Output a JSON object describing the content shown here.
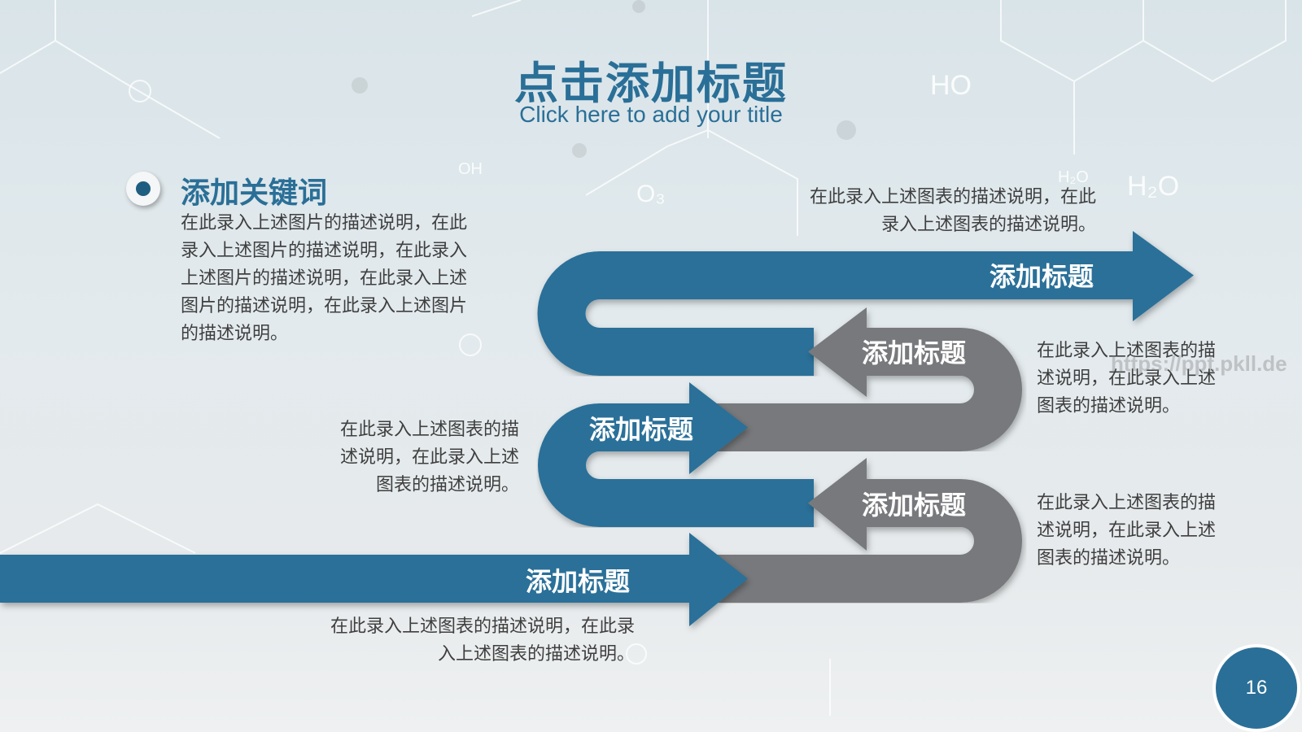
{
  "slide": {
    "title": "点击添加标题",
    "subtitle": "Click here to add your title",
    "page_number": "16",
    "watermark": "https://ppt.pkll.de",
    "colors": {
      "accent_blue": "#2a6f97",
      "arrow_gray": "#78797b",
      "text": "#3f3f3f"
    }
  },
  "background": {
    "decorative_labels": [
      "HO",
      "H₂O",
      "O₃",
      "OH",
      "H₂O"
    ]
  },
  "keyword_block": {
    "bullet_icon": "radio-dot-icon",
    "heading": "添加关键词",
    "lines": [
      "在此录入上述图片的描述说明，在此",
      "录入上述图片的描述说明，在此录入",
      "上述图片的描述说明，在此录入上述",
      "图片的描述说明，在此录入上述图片",
      "的描述说明。"
    ]
  },
  "arrows": [
    {
      "label": "添加标题",
      "color": "blue",
      "direction": "right",
      "description": [
        "在此录入上述图表的描述说明，在此",
        "录入上述图表的描述说明。"
      ]
    },
    {
      "label": "添加标题",
      "color": "gray",
      "direction": "left",
      "description": [
        "在此录入上述图表的描",
        "述说明，在此录入上述",
        "图表的描述说明。"
      ]
    },
    {
      "label": "添加标题",
      "color": "blue",
      "direction": "right",
      "description": [
        "在此录入上述图表的描",
        "述说明，在此录入上述",
        "图表的描述说明。"
      ]
    },
    {
      "label": "添加标题",
      "color": "gray",
      "direction": "left",
      "description": [
        "在此录入上述图表的描",
        "述说明，在此录入上述",
        "图表的描述说明。"
      ]
    },
    {
      "label": "添加标题",
      "color": "blue",
      "direction": "right",
      "description": [
        "在此录入上述图表的描述说明，在此录",
        "入上述图表的描述说明。"
      ]
    }
  ]
}
